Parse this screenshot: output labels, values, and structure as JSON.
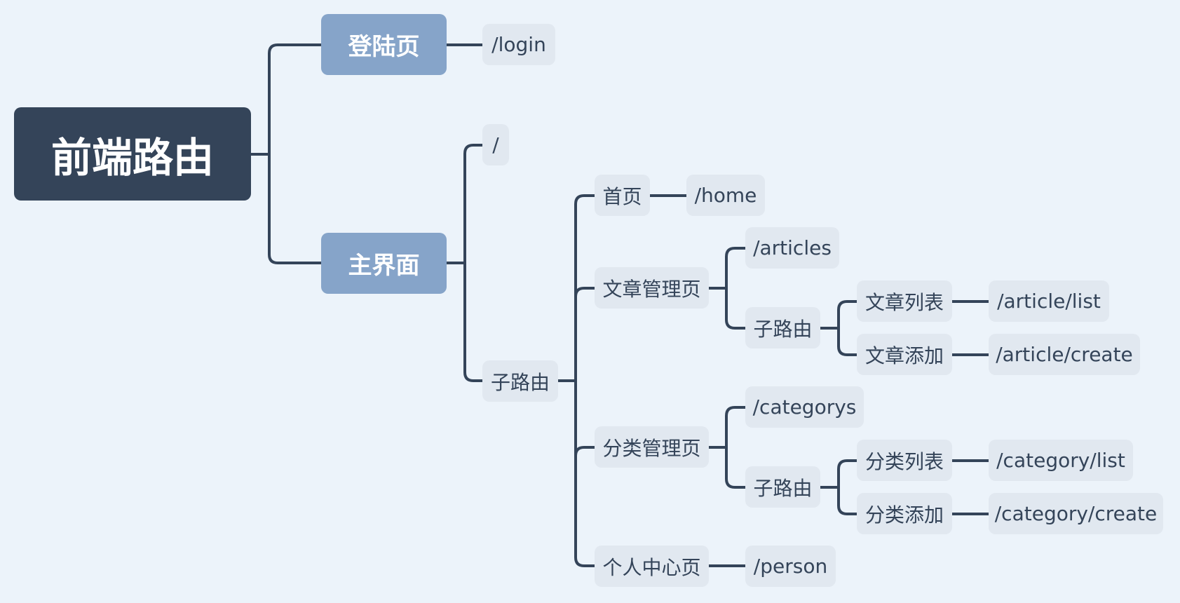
{
  "diagram": {
    "root": "前端路由",
    "login_page": {
      "label": "登陆页",
      "path": "/login"
    },
    "main_page": {
      "label": "主界面",
      "path": "/",
      "children_label": "子路由",
      "home": {
        "label": "首页",
        "path": "/home"
      },
      "articles": {
        "label": "文章管理页",
        "path": "/articles",
        "children_label": "子路由",
        "list": {
          "label": "文章列表",
          "path": "/article/list"
        },
        "create": {
          "label": "文章添加",
          "path": "/article/create"
        }
      },
      "categories": {
        "label": "分类管理页",
        "path": "/categorys",
        "children_label": "子路由",
        "list": {
          "label": "分类列表",
          "path": "/category/list"
        },
        "create": {
          "label": "分类添加",
          "path": "/category/create"
        }
      },
      "person": {
        "label": "个人中心页",
        "path": "/person"
      }
    },
    "colors": {
      "background": "#ecf3fa",
      "root_fill": "#344459",
      "level1_fill": "#86a4c9",
      "leaf_fill": "#e1e8f0",
      "connector": "#344459",
      "text_dark": "#344459"
    }
  }
}
